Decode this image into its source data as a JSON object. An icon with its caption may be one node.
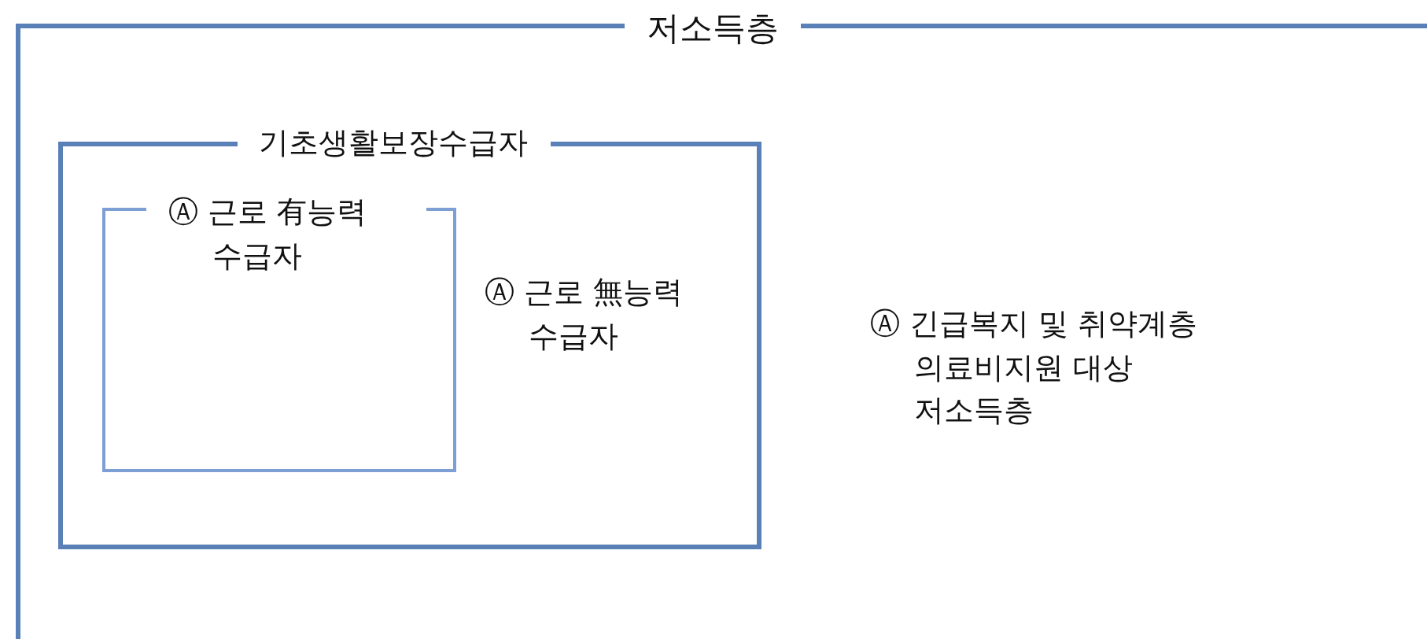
{
  "diagram": {
    "nodes": [
      {
        "text": [
          "저소득층",
          "Ⓐ 긴급복지 및 취약계층 의료비지원 대상 저소득층"
        ]
      },
      {
        "text": [
          "기초생활보장수급자",
          "Ⓐ 근로 無능력 수급자"
        ],
        "in": 0
      },
      {
        "text": [
          "Ⓐ 근로 有능력 수급자"
        ],
        "in": 1
      }
    ]
  }
}
